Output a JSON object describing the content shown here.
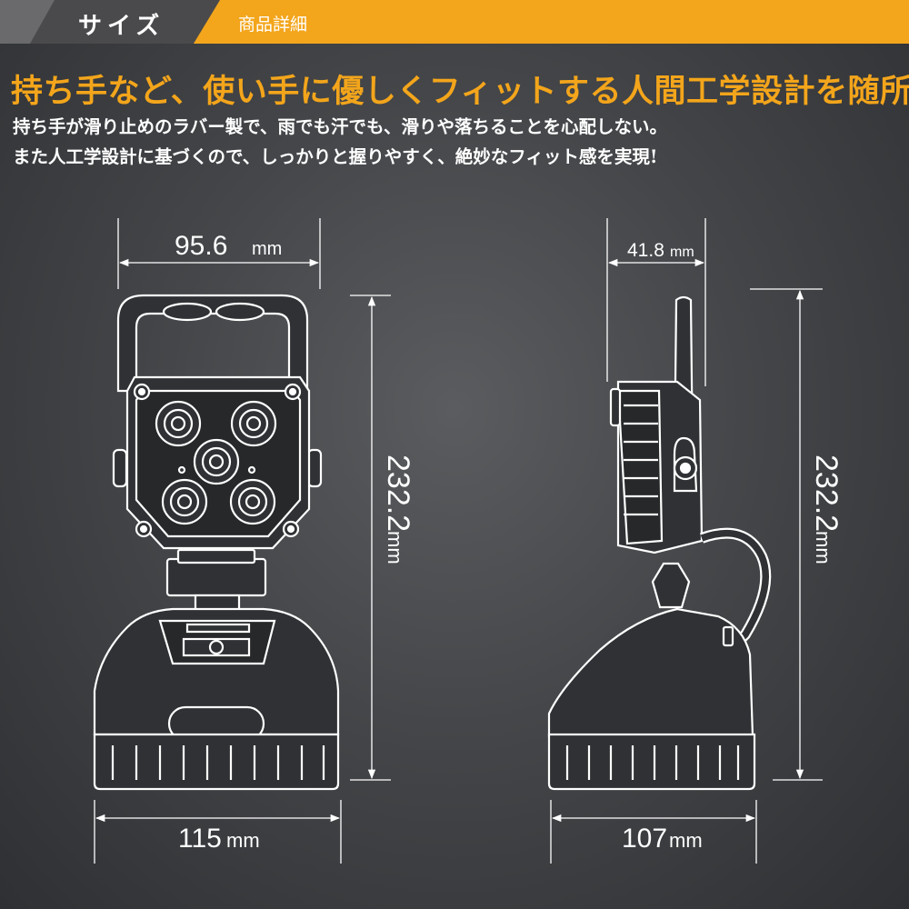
{
  "header": {
    "title": "サイズ",
    "subtitle": "商品詳細"
  },
  "headline": "持ち手など、使い手に優しくフィットする人間工学設計を随所に",
  "description": [
    "持ち手が滑り止めのラバー製で、雨でも汗でも、滑りや落ちることを心配しない。",
    "また人工学設計に基づくので、しっかりと握りやすく、絶妙なフィット感を実現!"
  ],
  "dimensions": {
    "front_head_width": "95.6",
    "front_base_width": "115",
    "front_height": "232.2",
    "side_head_depth": "41.8",
    "side_base_width": "107",
    "side_height": "232.2",
    "unit": "mm"
  },
  "colors": {
    "accent": "#f3a51b",
    "header_dark": "#4a4a4c",
    "line": "#ffffff"
  }
}
